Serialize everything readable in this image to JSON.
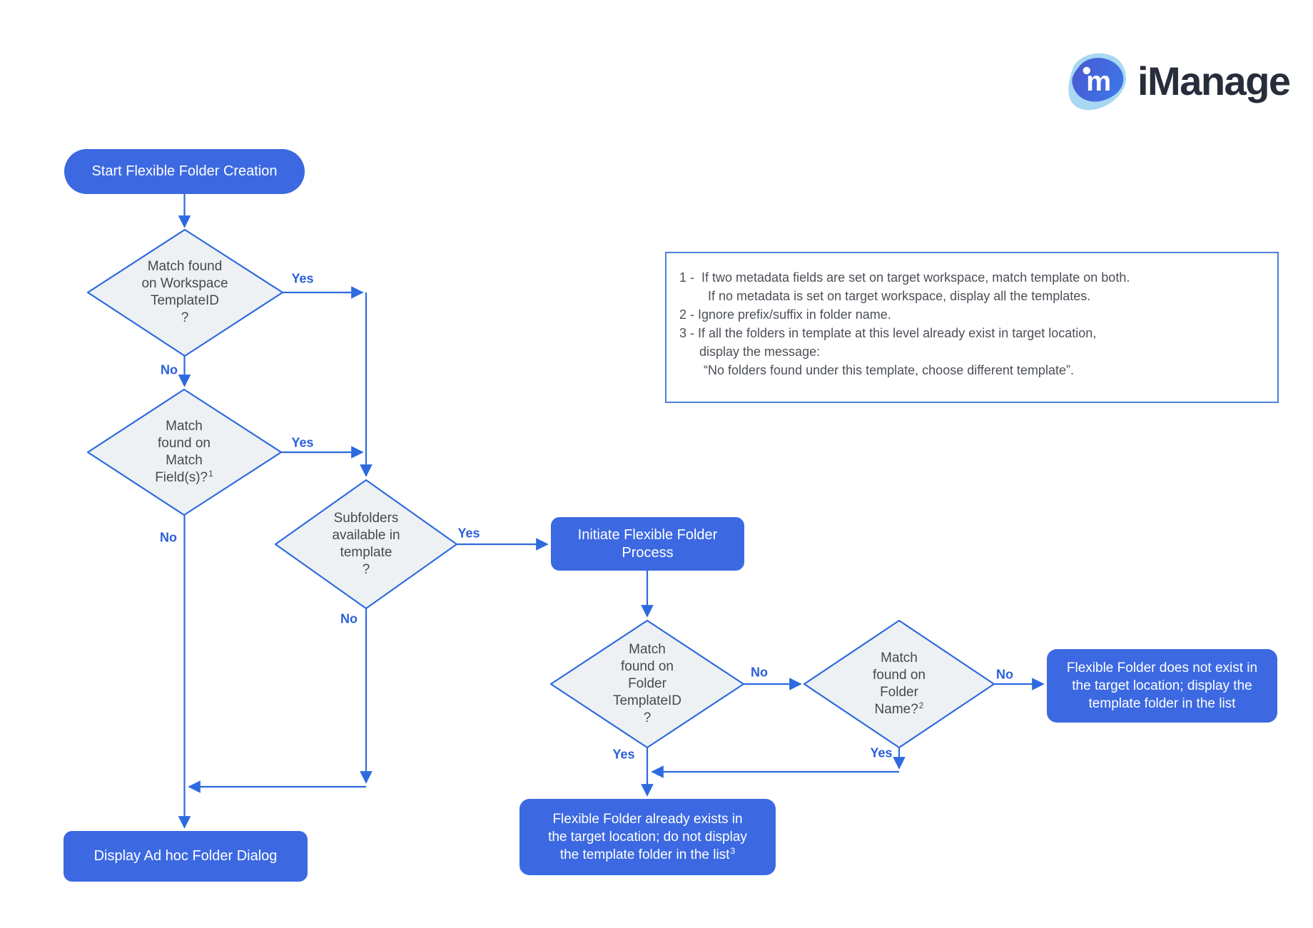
{
  "colors": {
    "accent_line": "#2e6adf",
    "process_box": "#3c69e1",
    "diamond_fill": "#eef1f4",
    "diamond_text": "#45494f",
    "notes_border": "#4d7fd9",
    "notes_text": "#4b5057",
    "logo_light_blue": "#a8d8f2",
    "logo_blue": "#3e74e6",
    "wordmark_color": "#272d3a"
  },
  "logo": {
    "mark_letter": "m",
    "wordmark": "iManage"
  },
  "labels": {
    "yes": "Yes",
    "no": "No"
  },
  "nodes": {
    "start": {
      "label": "Start Flexible Folder Creation"
    },
    "d_workspace": {
      "lines": [
        "Match found",
        "on Workspace",
        "TemplateID",
        "?"
      ]
    },
    "d_matchfield": {
      "lines": [
        "Match",
        "found on",
        "Match"
      ],
      "last": "Field(s)?",
      "sup": "1"
    },
    "d_subfolders": {
      "lines": [
        "Subfolders",
        "available in",
        "template",
        "?"
      ]
    },
    "initiate": {
      "lines": [
        "Initiate Flexible Folder",
        "Process"
      ]
    },
    "d_folder_tid": {
      "lines": [
        "Match",
        "found on",
        "Folder",
        "TemplateID",
        "?"
      ]
    },
    "d_folder_name": {
      "lines": [
        "Match",
        "found on",
        "Folder"
      ],
      "last": "Name?",
      "sup": "2"
    },
    "not_exist": {
      "lines": [
        "Flexible Folder does not exist in",
        "the target location; display the",
        "template folder in the list"
      ]
    },
    "already_exists": {
      "lines": [
        "Flexible Folder already exists in",
        "the target location; do not display"
      ],
      "last": "the template folder in the list",
      "sup": "3"
    },
    "display_adhoc": {
      "label": "Display Ad hoc Folder Dialog"
    }
  },
  "notes": {
    "lines": [
      "1 -  If two metadata fields are set on target workspace, match template on both.",
      "If no metadata is set on target workspace, display all the templates.",
      "2 - Ignore prefix/suffix in folder name.",
      "3 - If all the folders in template at this level already exist in target location,",
      "display the message:",
      "“No folders found under this template, choose different template”."
    ]
  }
}
